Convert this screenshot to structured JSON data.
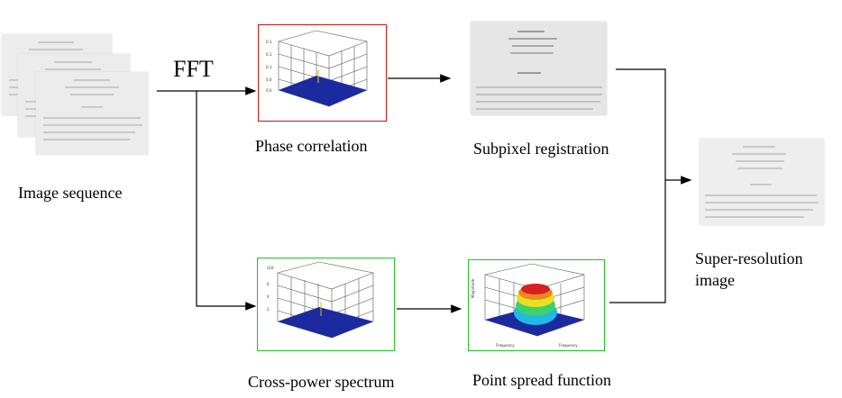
{
  "labels": {
    "fft": "FFT",
    "image_sequence": "Image sequence",
    "phase_correlation": "Phase correlation",
    "subpixel_registration": "Subpixel registration",
    "cross_power_spectrum": "Cross-power spectrum",
    "point_spread_function": "Point spread function",
    "super_resolution_line1": "Super-resolution",
    "super_resolution_line2": "image"
  },
  "colors": {
    "phase_frame": "#d01010",
    "spectrum_frame": "#22c022",
    "psf_frame": "#22c022",
    "surface_blue": "#1c2aa0"
  }
}
